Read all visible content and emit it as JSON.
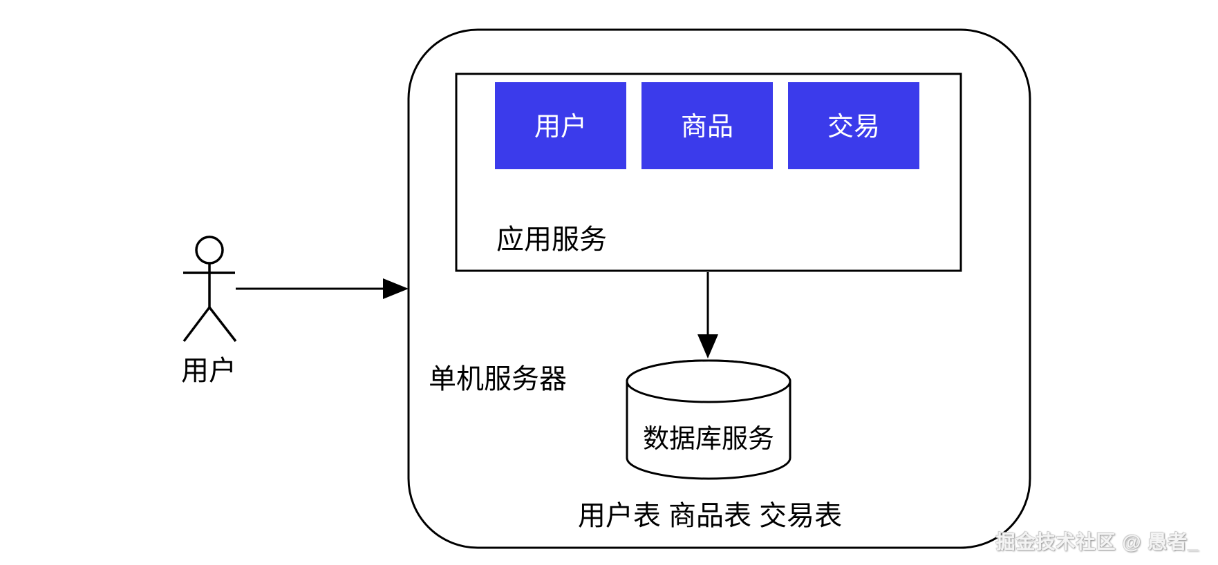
{
  "diagram": {
    "actor": {
      "label": "用户"
    },
    "request_arrow": {
      "from": "用户",
      "to": "单机服务器"
    },
    "server": {
      "label": "单机服务器",
      "app_service": {
        "label": "应用服务",
        "modules": [
          {
            "label": "用户"
          },
          {
            "label": "商品"
          },
          {
            "label": "交易"
          }
        ]
      },
      "database": {
        "label": "数据库服务"
      },
      "tables_label": "用户表 商品表 交易表"
    },
    "watermark": "掘金技术社区 @ 愚者_"
  },
  "colors": {
    "background": "#ffffff",
    "line": "#000000",
    "module_fill": "#3b3beb",
    "module_text": "#ffffff",
    "watermark_text": "#f4f4f4"
  }
}
